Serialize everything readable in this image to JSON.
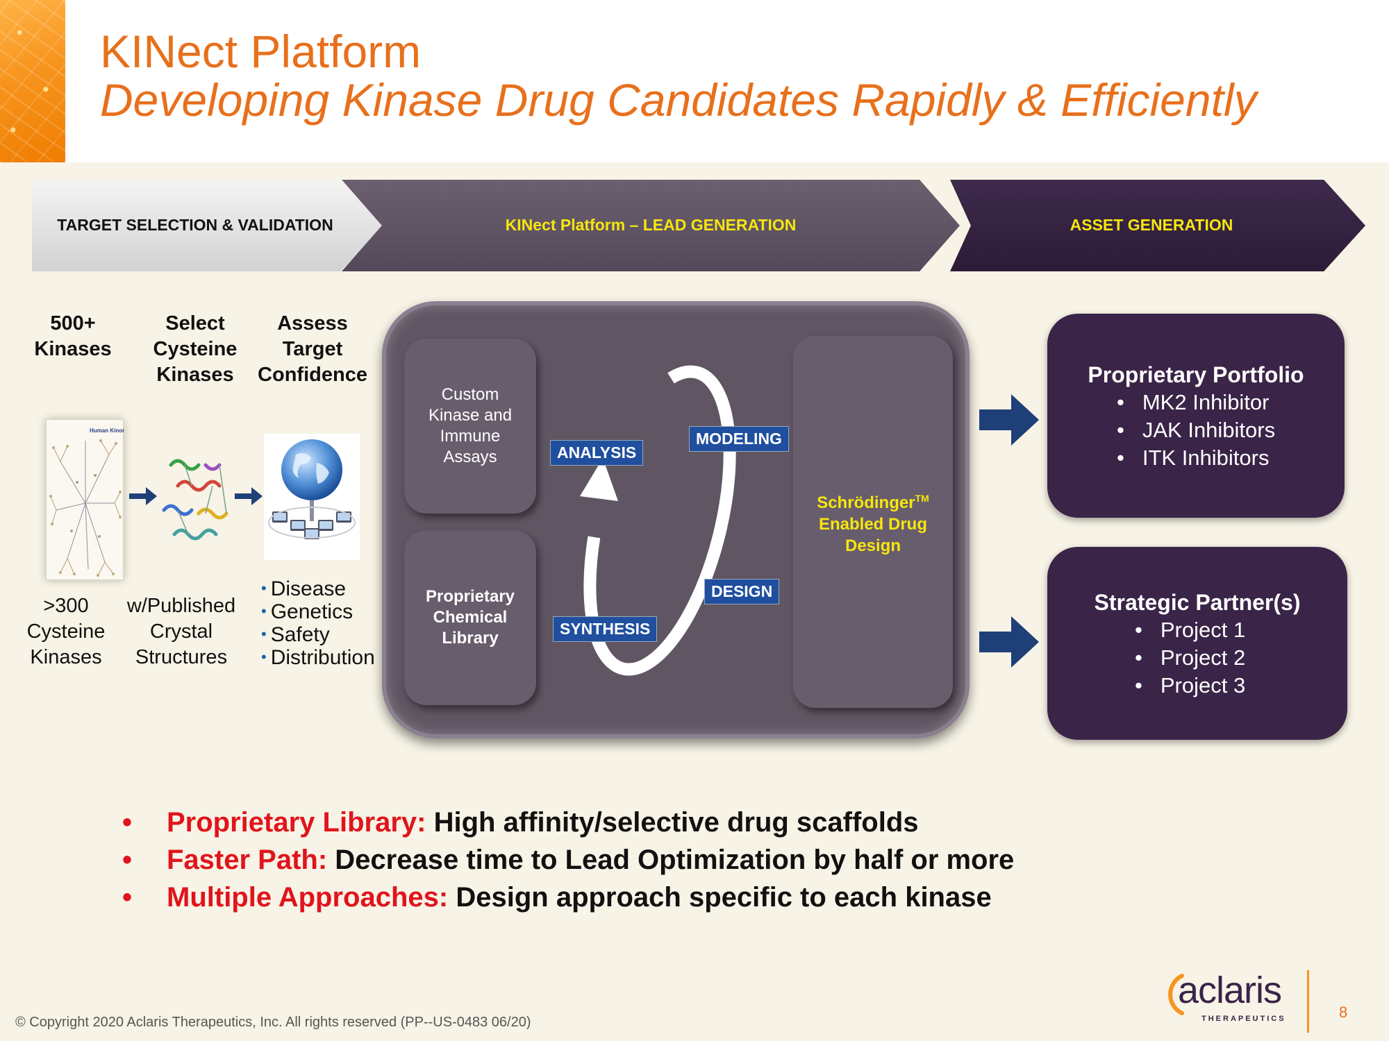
{
  "header": {
    "title": "KINect Platform",
    "subtitle": "Developing Kinase Drug Candidates Rapidly & Efficiently"
  },
  "phases": {
    "target": "TARGET SELECTION & VALIDATION",
    "lead": "KINect Platform – LEAD GENERATION",
    "asset": "ASSET GENERATION"
  },
  "steps": [
    {
      "heading": "500+ Kinases",
      "caption": ">300 Cysteine Kinases"
    },
    {
      "heading": "Select Cysteine Kinases",
      "caption": "w/Published Crystal Structures"
    },
    {
      "heading": "Assess Target Confidence",
      "caption": ""
    }
  ],
  "kinome_label": "Human Kinome",
  "confidence_factors": [
    "Disease",
    "Genetics",
    "Safety",
    "Distribution"
  ],
  "platform": {
    "assays": "Custom Kinase and Immune Assays",
    "library": "Proprietary Chemical Library",
    "design": "Schrödinger",
    "design_tm": "TM",
    "design_rest": "Enabled Drug Design",
    "cycle": [
      "ANALYSIS",
      "MODELING",
      "DESIGN",
      "SYNTHESIS"
    ]
  },
  "portfolio": {
    "title": "Proprietary Portfolio",
    "items": [
      "MK2 Inhibitor",
      "JAK Inhibitors",
      "ITK Inhibitors"
    ]
  },
  "partners": {
    "title": "Strategic Partner(s)",
    "items": [
      "Project 1",
      "Project 2",
      "Project 3"
    ]
  },
  "benefits": [
    {
      "bullet": "•",
      "key": "Proprietary Library:",
      "text": "High affinity/selective drug scaffolds"
    },
    {
      "bullet": "•",
      "key": "Faster Path:",
      "text": "Decrease time to Lead Optimization by half or more"
    },
    {
      "bullet": "•",
      "key": "Multiple Approaches:",
      "text": "Design approach specific to each kinase"
    }
  ],
  "footer": {
    "copyright": "© Copyright 2020 Aclaris Therapeutics, Inc. All rights reserved (PP--US-0483 06/20)",
    "logo_word": "aclaris",
    "logo_sub": "THERAPEUTICS",
    "page_number": "8"
  },
  "colors": {
    "title_orange": "#e8701c",
    "phase_yellow": "#f6e60e",
    "box_purple": "#3a2447",
    "panel_gray": "#5f5563",
    "tag_blue": "#1f4f9e",
    "benefit_red": "#e0141c"
  }
}
